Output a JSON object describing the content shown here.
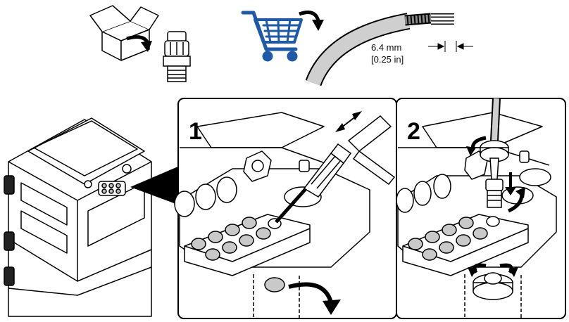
{
  "cable": {
    "diameter_mm": "6.4 mm",
    "diameter_in": "[0.25 in]"
  },
  "steps": [
    {
      "number": "1"
    },
    {
      "number": "2"
    }
  ],
  "icons": {
    "box": "open-box-icon",
    "cart": "shopping-cart-icon",
    "gland": "cable-gland-icon"
  },
  "colors": {
    "cart": "#1f5aa6",
    "line": "#000000",
    "panel_fill": "#ffffff",
    "grey_plug": "#c9c9c9"
  }
}
